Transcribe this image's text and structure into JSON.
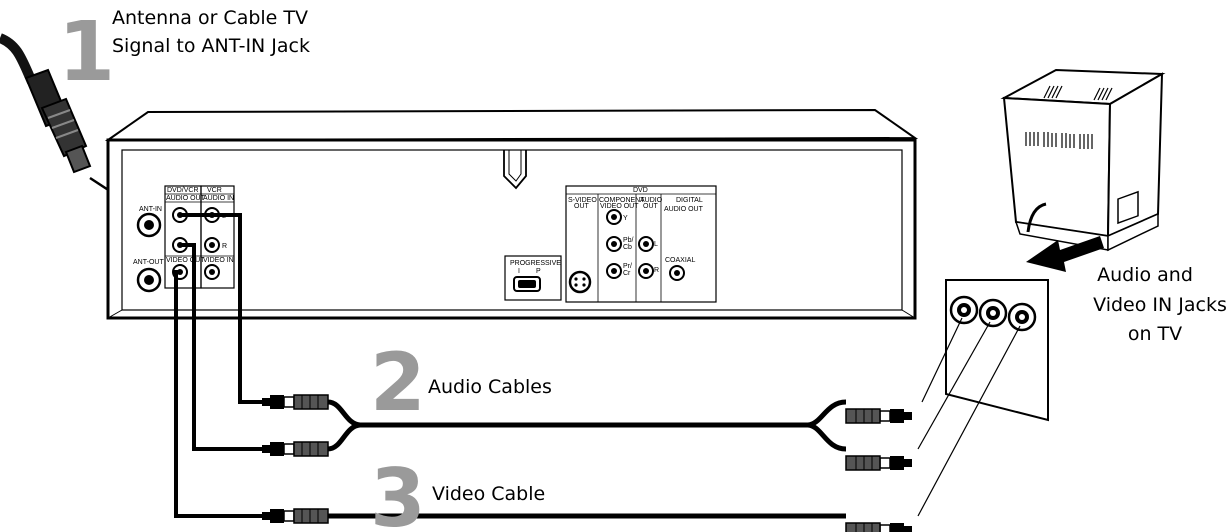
{
  "steps": [
    {
      "number": "1",
      "lines": [
        "Antenna or Cable TV",
        "Signal to ANT-IN Jack"
      ]
    },
    {
      "number": "2",
      "label": "Audio Cables"
    },
    {
      "number": "3",
      "label": "Video Cable"
    }
  ],
  "tv_label": [
    "Audio and",
    "Video IN Jacks",
    "on TV"
  ],
  "panel": {
    "ant_in": "ANT-IN",
    "ant_out": "ANT-OUT",
    "dvd_vcr": "DVD/VCR",
    "vcr": "VCR",
    "audio_out": "AUDIO OUT",
    "audio_in": "AUDIO IN",
    "video_out": "VIDEO OUT",
    "video_in": "VIDEO IN",
    "l": "L",
    "r": "R",
    "dvd": "DVD",
    "s_video_out": [
      "S-VIDEO",
      "OUT"
    ],
    "component_video_out": [
      "COMPONENT",
      "VIDEO OUT"
    ],
    "audio_out_dvd": [
      "AUDIO",
      "OUT"
    ],
    "digital_audio_out": [
      "DIGITAL",
      "AUDIO OUT"
    ],
    "y": "Y",
    "pb_cb": [
      "Pb/",
      "Cb"
    ],
    "pr_cr": [
      "Pr/",
      "Cr"
    ],
    "coaxial": "COAXIAL",
    "progressive": "PROGRESSIVE",
    "prog_i": "I",
    "prog_p": "P"
  }
}
